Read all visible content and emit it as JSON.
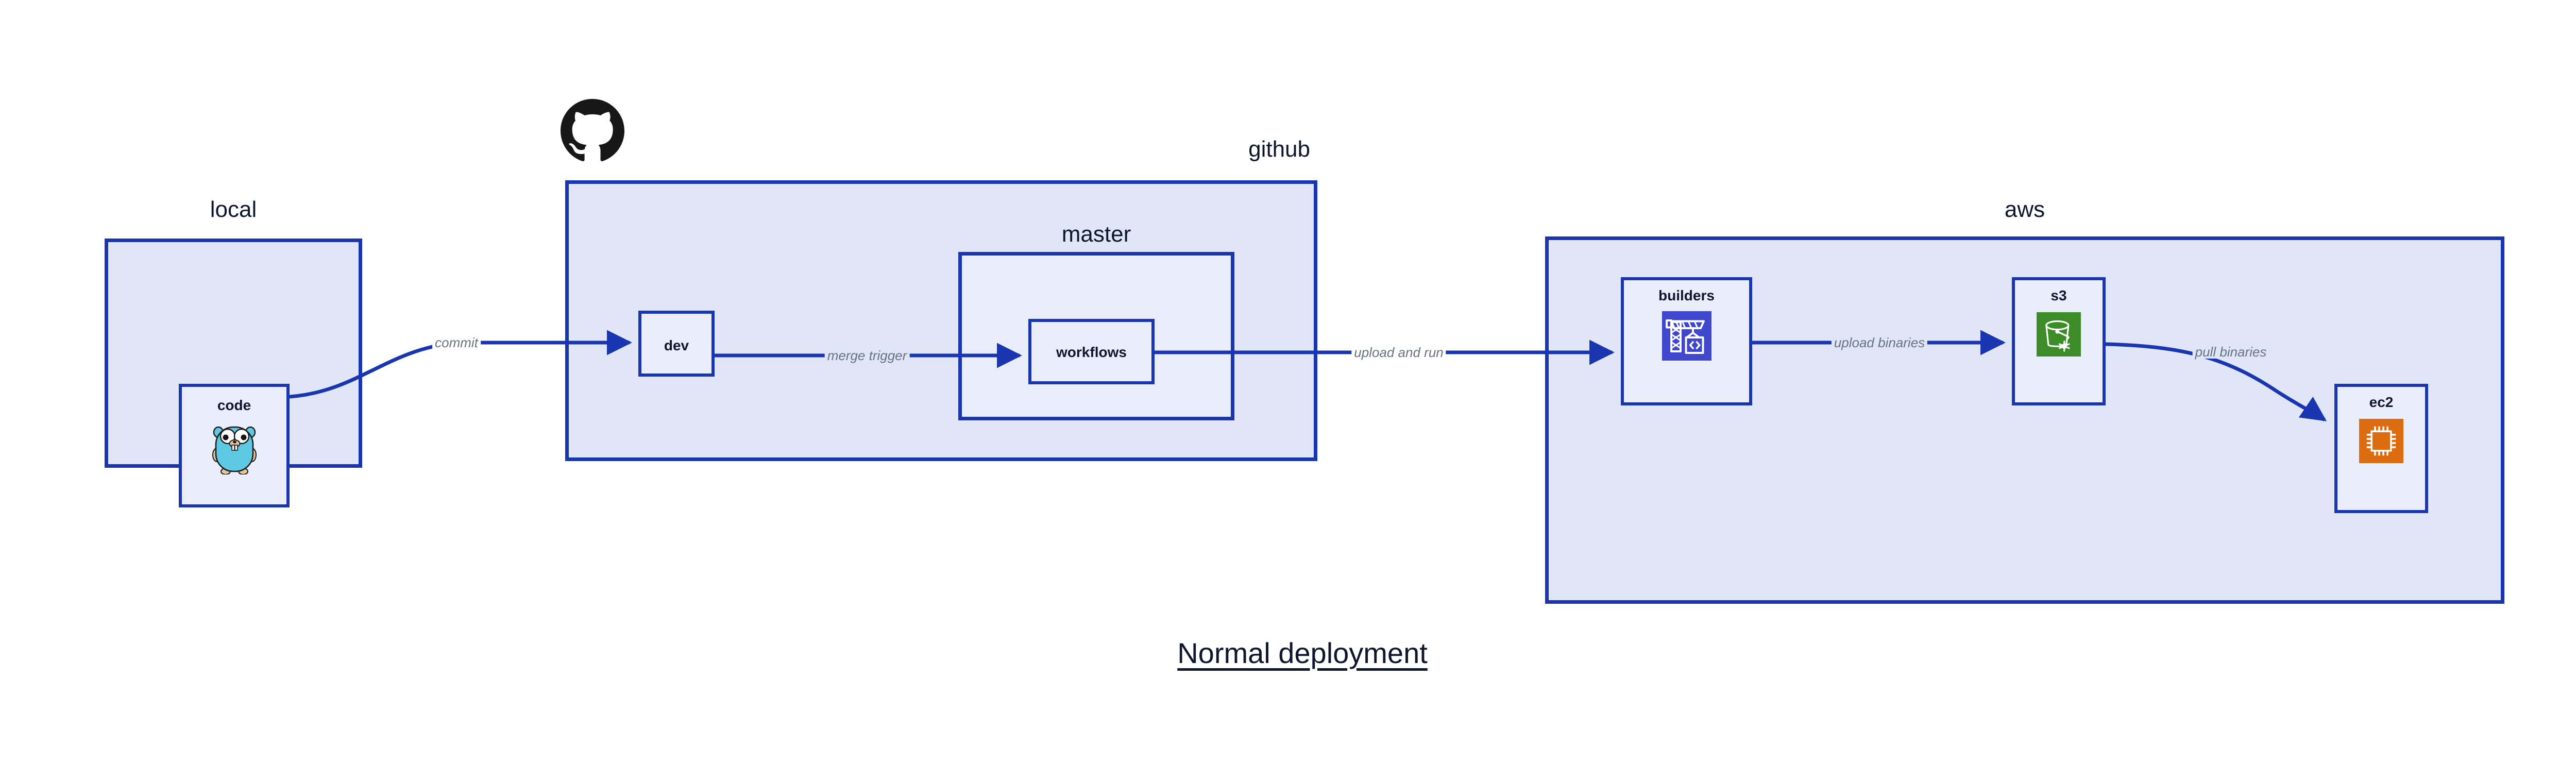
{
  "title": "Normal deployment",
  "colors": {
    "zone_fill": "#e0e5f8",
    "zone_inner_fill": "#e9edfb",
    "node_fill": "#eaeefc",
    "border": "#1a35b0",
    "edge": "#1a35b0",
    "edge_label": "#6b7280",
    "text": "#10152e",
    "go_gopher": "#5dc9e2",
    "codebuild_purple": "#3f48cc",
    "s3_green": "#3c8c28",
    "ec2_orange": "#dd6b10",
    "github_black": "#181717"
  },
  "zones": [
    {
      "id": "local",
      "label": "local",
      "label_align": "center"
    },
    {
      "id": "github",
      "label": "github",
      "label_align": "right"
    },
    {
      "id": "aws",
      "label": "aws",
      "label_align": "center"
    }
  ],
  "subzones": [
    {
      "id": "master",
      "label": "master",
      "parent": "github"
    }
  ],
  "nodes": [
    {
      "id": "code",
      "label": "code",
      "zone": "local",
      "icon": "go-gopher-icon"
    },
    {
      "id": "dev",
      "label": "dev",
      "zone": "github",
      "icon": null
    },
    {
      "id": "workflows",
      "label": "workflows",
      "zone": "master",
      "icon": null
    },
    {
      "id": "builders",
      "label": "builders",
      "zone": "aws",
      "icon": "aws-codebuild-icon"
    },
    {
      "id": "s3",
      "label": "s3",
      "zone": "aws",
      "icon": "aws-s3-glacier-icon"
    },
    {
      "id": "ec2",
      "label": "ec2",
      "zone": "aws",
      "icon": "aws-ec2-chip-icon"
    }
  ],
  "edges": [
    {
      "id": "commit",
      "from": "code",
      "to": "dev",
      "label": "commit"
    },
    {
      "id": "merge-trigger",
      "from": "dev",
      "to": "workflows",
      "label": "merge trigger"
    },
    {
      "id": "upload-and-run",
      "from": "workflows",
      "to": "builders",
      "label": "upload and run"
    },
    {
      "id": "upload-binaries",
      "from": "builders",
      "to": "s3",
      "label": "upload binaries"
    },
    {
      "id": "pull-binaries",
      "from": "s3",
      "to": "ec2",
      "label": "pull binaries"
    }
  ],
  "logos": [
    {
      "id": "github-logo",
      "name": "github-octocat-icon",
      "over": "github"
    }
  ]
}
